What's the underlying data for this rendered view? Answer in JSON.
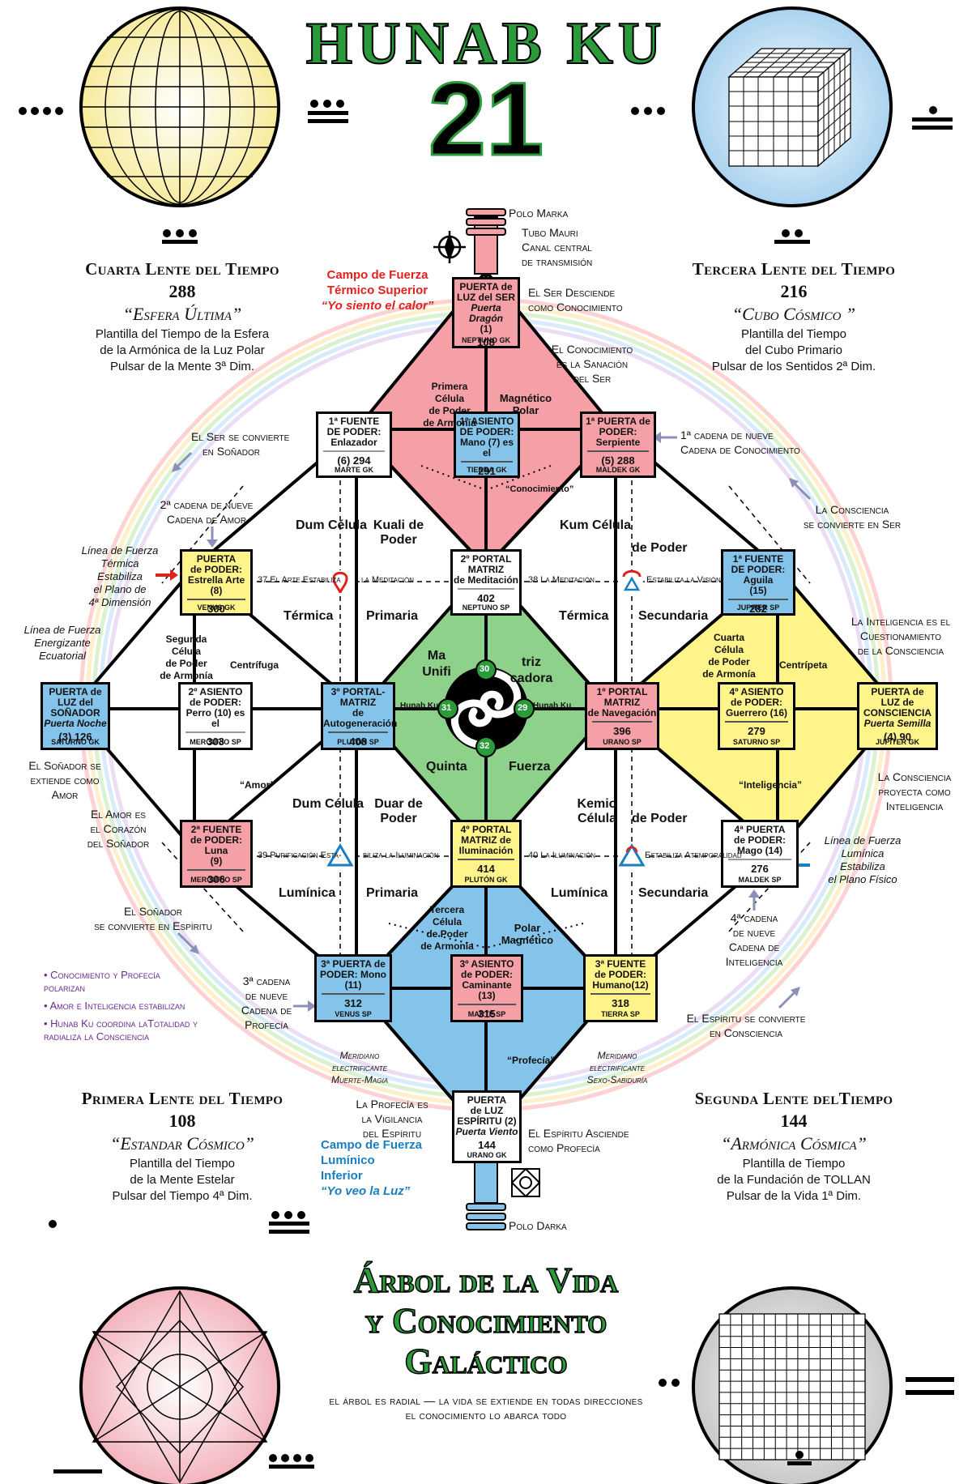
{
  "header": {
    "title": "HUNAB KU",
    "number": "21"
  },
  "lenses": {
    "fourth": {
      "title": "Cuarta Lente del Tiempo",
      "number": "288",
      "name": "“Esfera Última”",
      "desc": [
        "Plantilla del Tiempo de la Esfera",
        "de la Armónica de la Luz Polar",
        "Pulsar de la Mente 3ª Dim."
      ]
    },
    "third": {
      "title": "Tercera Lente del Tiempo",
      "number": "216",
      "name": "“Cubo Cósmico ”",
      "desc": [
        "Plantilla del Tiempo",
        "del Cubo Primario",
        "Pulsar de los Sentidos 2ª Dim."
      ]
    },
    "first": {
      "title": "Primera Lente del Tiempo",
      "number": "108",
      "name": "“Estandar Cósmico”",
      "desc": [
        "Plantilla del Tiempo",
        "de la Mente Estelar",
        "Pulsar del Tiempo 4ª Dim."
      ]
    },
    "second": {
      "title": "Segunda Lente delTiempo",
      "number": "144",
      "name": "“Armónica Cósmica”",
      "desc": [
        "Plantilla de Tiempo",
        "de la Fundación de TOLLAN",
        "Pulsar de la Vida 1ª Dim."
      ]
    }
  },
  "poles": {
    "top": "Polo Marka",
    "tube": [
      "Tubo Mauri",
      "Canal central",
      "de transmisión"
    ],
    "bottom": "Polo Darka"
  },
  "fields": {
    "upper": [
      "Campo de Fuerza",
      "Térmico Superior",
      "“Yo siento el calor”"
    ],
    "lower": [
      "Campo de Fuerza",
      "Lumínico",
      "Inferior",
      "“Yo veo la Luz”"
    ]
  },
  "side_notes": {
    "ser_desciende": [
      "El Ser Desciende",
      "como Conocimiento"
    ],
    "conocimiento_sanacion": [
      "El Conocimiento",
      "es la Sanación",
      "del Ser"
    ],
    "ser_sonador": [
      "El Ser se convierte",
      "en Soñador"
    ],
    "cadena_conocimiento": [
      "1ª cadena de nueve",
      "Cadena de Conocimiento"
    ],
    "cadena_amor": [
      "2ª cadena de nueve",
      "Cadena de Amor"
    ],
    "consciencia_ser": [
      "La Consciencia",
      "se convierte en Ser"
    ],
    "linea_termica": [
      "Línea de Fuerza",
      "Térmica",
      "Estabiliza",
      "el Plano de",
      "4ª Dimensión"
    ],
    "linea_ecuatorial": [
      "Línea de Fuerza",
      "Energizante",
      "Ecuatorial"
    ],
    "inteligencia": [
      "La Inteligencia es el",
      "Cuestionamiento",
      "de la Consciencia"
    ],
    "sonador_amor": [
      "El Soñador se",
      "extiende como",
      "Amor"
    ],
    "amor_corazon": [
      "El Amor es",
      "el Corazón",
      "del Soñador"
    ],
    "consciencia_proyecta": [
      "La Consciencia",
      "proyecta como",
      "Inteligencia"
    ],
    "linea_luminica": [
      "Línea de Fuerza",
      "Lumínica",
      "Estabiliza",
      "el Plano Físico"
    ],
    "sonador_espiritu": [
      "El Soñador",
      "se convierte en Espíritu"
    ],
    "cadena_inteligencia": [
      "4ª cadena",
      "de nueve",
      "Cadena de",
      "Inteligencia"
    ],
    "cadena_profecia": [
      "3ª cadena",
      "de nueve",
      "Cadena de",
      "Profecía"
    ],
    "espiritu_consciencia": [
      "El Espíritu se convierte",
      "en Consciencia"
    ],
    "meridiano_left": [
      "Meridiano",
      "electrificante",
      "Muerte-Magia"
    ],
    "meridiano_right": [
      "Meridiano",
      "electrificante",
      "Sexo-Sabiduría"
    ],
    "profecia_vigilancia": [
      "La Profecía es",
      "la Vigilancia",
      "del Espíritu"
    ],
    "espiritu_asciende": [
      "El Espíritu Asciende",
      "como Profecía"
    ]
  },
  "bullets": [
    "Conocimiento y Profecía polarizan",
    "Amor e Inteligencia estabilizan",
    "Hunab Ku coordina laTotalidad y radializa la Consciencia"
  ],
  "boxes": {
    "puerta_luz_ser": {
      "lines": [
        "PUERTA de",
        "LUZ del SER",
        "Puerta Dragón",
        "(1)"
      ],
      "num": "108",
      "planet": "NEPTUNO GK"
    },
    "fuente_1": {
      "lines": [
        "1ª FUENTE",
        "DE PODER:",
        "Enlazador"
      ],
      "num": "(6) 294",
      "planet": "MARTE GK"
    },
    "asiento_1": {
      "lines": [
        "1º ASIENTO",
        "DE PODER:",
        "Mano (7) es el"
      ],
      "num": "291",
      "planet": "TIERRA GK"
    },
    "puerta_1": {
      "lines": [
        "1ª PUERTA de",
        "PODER:",
        "Serpiente"
      ],
      "num": "(5) 288",
      "planet": "MALDEK GK"
    },
    "puerta_poder_estrella": {
      "lines": [
        "PUERTA",
        "de PODER:",
        "Estrella Arte (8)"
      ],
      "num": "300",
      "planet": "VENUS GK"
    },
    "portal_2": {
      "lines": [
        "2º PORTAL",
        "MATRIZ",
        "de Meditación"
      ],
      "num": "402",
      "planet": "NEPTUNO SP"
    },
    "fuente_1_aguila": {
      "lines": [
        "1ª FUENTE",
        "DE PODER: Aguila",
        "(15)"
      ],
      "num": "282",
      "planet": "JUPITER SP"
    },
    "puerta_sonador": {
      "lines": [
        "PUERTA de",
        "LUZ del",
        "SOÑADOR",
        "Puerta Noche"
      ],
      "num": "(3) 126",
      "planet": "SATURNO GK"
    },
    "asiento_2": {
      "lines": [
        "2º ASIENTO",
        "de PODER:",
        "Perro (10) es el"
      ],
      "num": "303",
      "planet": "MERCURIO SP"
    },
    "portal_3": {
      "lines": [
        "3º PORTAL-",
        "MATRIZ",
        "de Autogeneración"
      ],
      "num": "408",
      "planet": "PLUTÓN SP"
    },
    "portal_1": {
      "lines": [
        "1º PORTAL",
        "MATRIZ",
        "de Navegación"
      ],
      "num": "396",
      "planet": "URANO SP"
    },
    "asiento_4": {
      "lines": [
        "4º ASIENTO",
        "de PODER:",
        "Guerrero (16)"
      ],
      "num": "279",
      "planet": "SATURNO SP"
    },
    "puerta_consciencia": {
      "lines": [
        "PUERTA de",
        "LUZ de",
        "CONSCIENCIA",
        "Puerta Semilla"
      ],
      "num": "(4) 90",
      "planet": "JUPITER GK"
    },
    "fuente_2": {
      "lines": [
        "2ª FUENTE",
        "de PODER: Luna",
        "(9)"
      ],
      "num": "306",
      "planet": "MERCURIO SP"
    },
    "portal_4": {
      "lines": [
        "4º PORTAL",
        "MATRIZ de",
        "Iluminación"
      ],
      "num": "414",
      "planet": "PLUTÓN GK"
    },
    "puerta_4": {
      "lines": [
        "4ª PUERTA",
        "de PODER:",
        "Mago (14)"
      ],
      "num": "276",
      "planet": "MALDEK SP"
    },
    "puerta_3": {
      "lines": [
        "3ª PUERTA de",
        "PODER: Mono",
        "(11)"
      ],
      "num": "312",
      "planet": "VENUS SP"
    },
    "asiento_3": {
      "lines": [
        "3º ASIENTO",
        "de PODER:",
        "Caminante (13)"
      ],
      "num": "315",
      "planet": "MARTE SP"
    },
    "fuente_3": {
      "lines": [
        "3ª FUENTE",
        "de PODER:",
        "Humano(12)"
      ],
      "num": "318",
      "planet": "TIERRA SP"
    },
    "puerta_espiritu": {
      "lines": [
        "PUERTA",
        "de LUZ",
        "ESPÍRITU (2)",
        "Puerta Viento"
      ],
      "num": "144",
      "planet": "URANO GK"
    }
  },
  "region_labels": {
    "dum_celula": "Dum Célula",
    "kuali": "Kuali de Poder",
    "kum_celula": "Kum Célula",
    "de_poder": "de Poder",
    "termica": "Térmica",
    "primaria": "Primaria",
    "termica2": "Térmica",
    "secundaria": "Secundaria",
    "luminica": "Lumínica",
    "primaria2": "Primaria",
    "luminica2": "Lumínica",
    "secundaria2": "Secundaria",
    "dum_celula2": "Dum Célula",
    "duar": "Duar de Poder",
    "kemio": "Kemio Célula",
    "de_poder2": "de Poder",
    "primera_celula": [
      "Primera",
      "Célula",
      "de Poder",
      "de Armonía"
    ],
    "magnetico_polar": [
      "Magnético",
      "Polar"
    ],
    "segunda_celula": [
      "Segunda",
      "Célula",
      "de Poder",
      "de Armonía"
    ],
    "centrifuga": "Centrífuga",
    "cuarta_celula": [
      "Cuarta",
      "Célula",
      "de Poder",
      "de Armonía"
    ],
    "centripeta": "Centrípeta",
    "tercera_celula": [
      "Tercera",
      "Célula",
      "de Poder",
      "de Armonía"
    ],
    "polar_magnetico": [
      "Polar",
      "Magnético"
    ],
    "amor": "“Amor”",
    "inteligencia": "“Inteligencia”",
    "profecia": "“Profecía”",
    "conocimiento": "“Conocimiento”",
    "ma_unifi": [
      "Ma",
      "Unifi"
    ],
    "triz_cadora": [
      "triz",
      "cadora"
    ],
    "quinta": "Quinta",
    "fuerza": "Fuerza",
    "hunab_ku_left": "Hunab Ku",
    "hunab_ku_right": "Hunab Ku",
    "n31": "31",
    "n29": "29",
    "n30": "30",
    "n32": "32"
  },
  "channels": {
    "c37": "37  El Arte Estabiliza",
    "c37b": "la Meditación",
    "c38": "38  La Meditación",
    "c38b": "Estabiliza la Visión",
    "c39": "39  Purificación Esta-",
    "c39b": "biliza la Iluminación",
    "c40": "40  La Iluminación",
    "c40b": "Estabiliza Atemporalidad"
  },
  "footer": {
    "title_lines": [
      "Árbol de la Vida",
      "y Conocimiento",
      "Galáctico"
    ],
    "caption": [
      "el árbol es radial — la vida se extiende en todas direcciones",
      "el conocimiento lo abarca todo"
    ]
  },
  "colors": {
    "red": "#f4a0a6",
    "green": "#8ed18b",
    "yellow": "#fff48a",
    "blue": "#85c4ea",
    "title_green": "#2a9a3a"
  }
}
